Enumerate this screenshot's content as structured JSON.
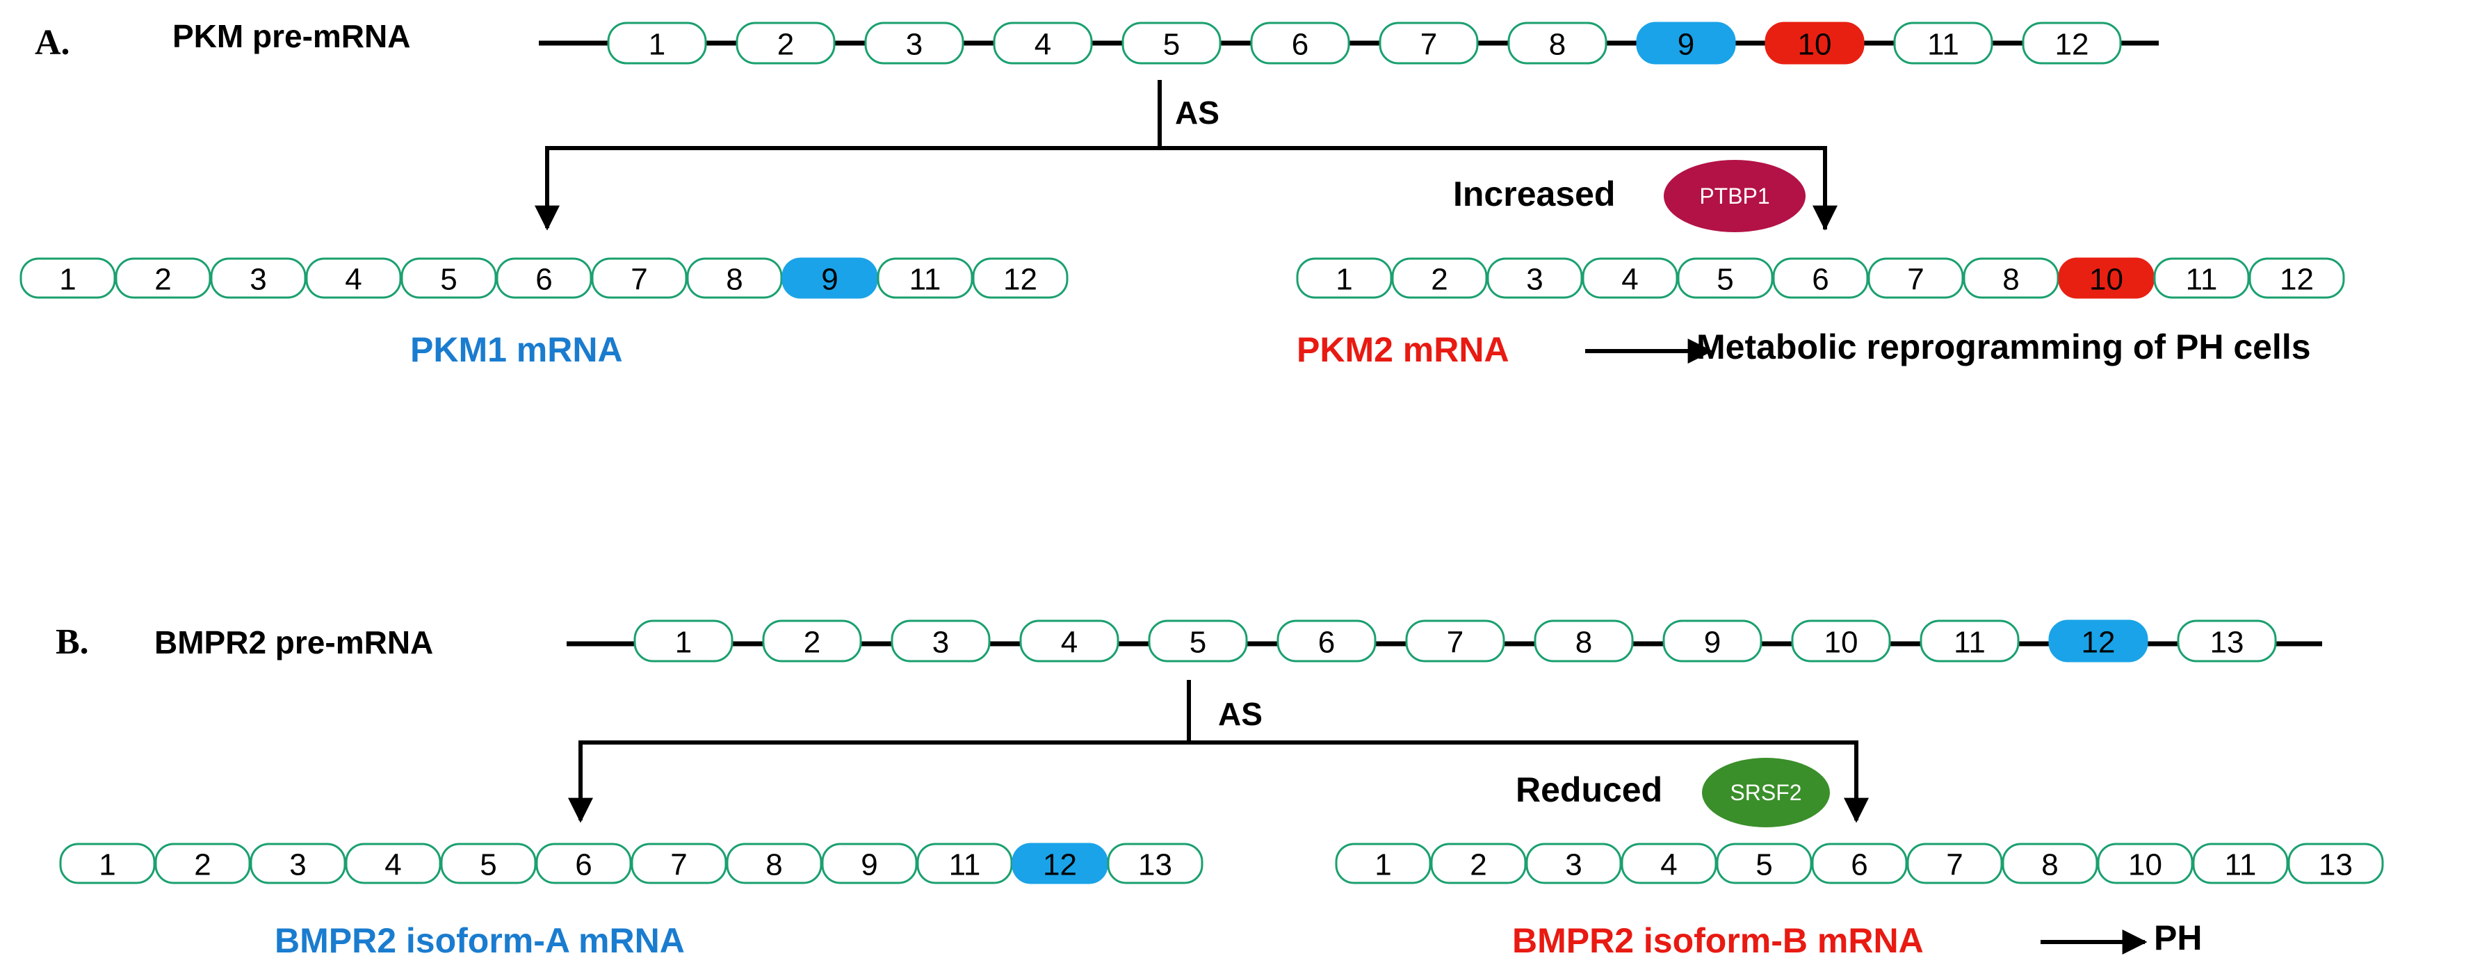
{
  "colors": {
    "exon_stroke": "#1aa06e",
    "exon_fill": "#ffffff",
    "blue_exon": "#1aa3e8",
    "red_exon": "#e82012",
    "blue_text": "#1a7ccf",
    "red_text": "#e81a12",
    "ptbp1": "#b31246",
    "srsf2": "#3a8f2a",
    "line": "#000000"
  },
  "panels": [
    {
      "letter": "A.",
      "pre_label": "PKM pre-mRNA",
      "as_label": "AS",
      "pre_exons": [
        "1",
        "2",
        "3",
        "4",
        "5",
        "6",
        "7",
        "8",
        "9",
        "10",
        "11",
        "12"
      ],
      "pre_highlight": {
        "9": "blue",
        "10": "red"
      },
      "left_exons": [
        "1",
        "2",
        "3",
        "4",
        "5",
        "6",
        "7",
        "8",
        "9",
        "11",
        "12"
      ],
      "left_highlight": {
        "9": "blue"
      },
      "right_exons": [
        "1",
        "2",
        "3",
        "4",
        "5",
        "6",
        "7",
        "8",
        "10",
        "11",
        "12"
      ],
      "right_highlight": {
        "10": "red"
      },
      "regulator_word": "Increased",
      "regulator_name": "PTBP1",
      "left_mrna": "PKM1 mRNA",
      "right_mrna": "PKM2 mRNA",
      "outcome": "Metabolic reprogramming of PH cells"
    },
    {
      "letter": "B.",
      "pre_label": "BMPR2 pre-mRNA",
      "as_label": "AS",
      "pre_exons": [
        "1",
        "2",
        "3",
        "4",
        "5",
        "6",
        "7",
        "8",
        "9",
        "10",
        "11",
        "12",
        "13"
      ],
      "pre_highlight": {
        "12": "blue"
      },
      "left_exons": [
        "1",
        "2",
        "3",
        "4",
        "5",
        "6",
        "7",
        "8",
        "9",
        "11",
        "12",
        "13"
      ],
      "left_highlight": {
        "12": "blue"
      },
      "right_exons": [
        "1",
        "2",
        "3",
        "4",
        "5",
        "6",
        "7",
        "8",
        "10",
        "11",
        "13"
      ],
      "right_highlight": {},
      "regulator_word": "Reduced",
      "regulator_name": "SRSF2",
      "left_mrna": "BMPR2 isoform-A mRNA",
      "right_mrna": "BMPR2 isoform-B mRNA",
      "outcome": "PH"
    }
  ]
}
